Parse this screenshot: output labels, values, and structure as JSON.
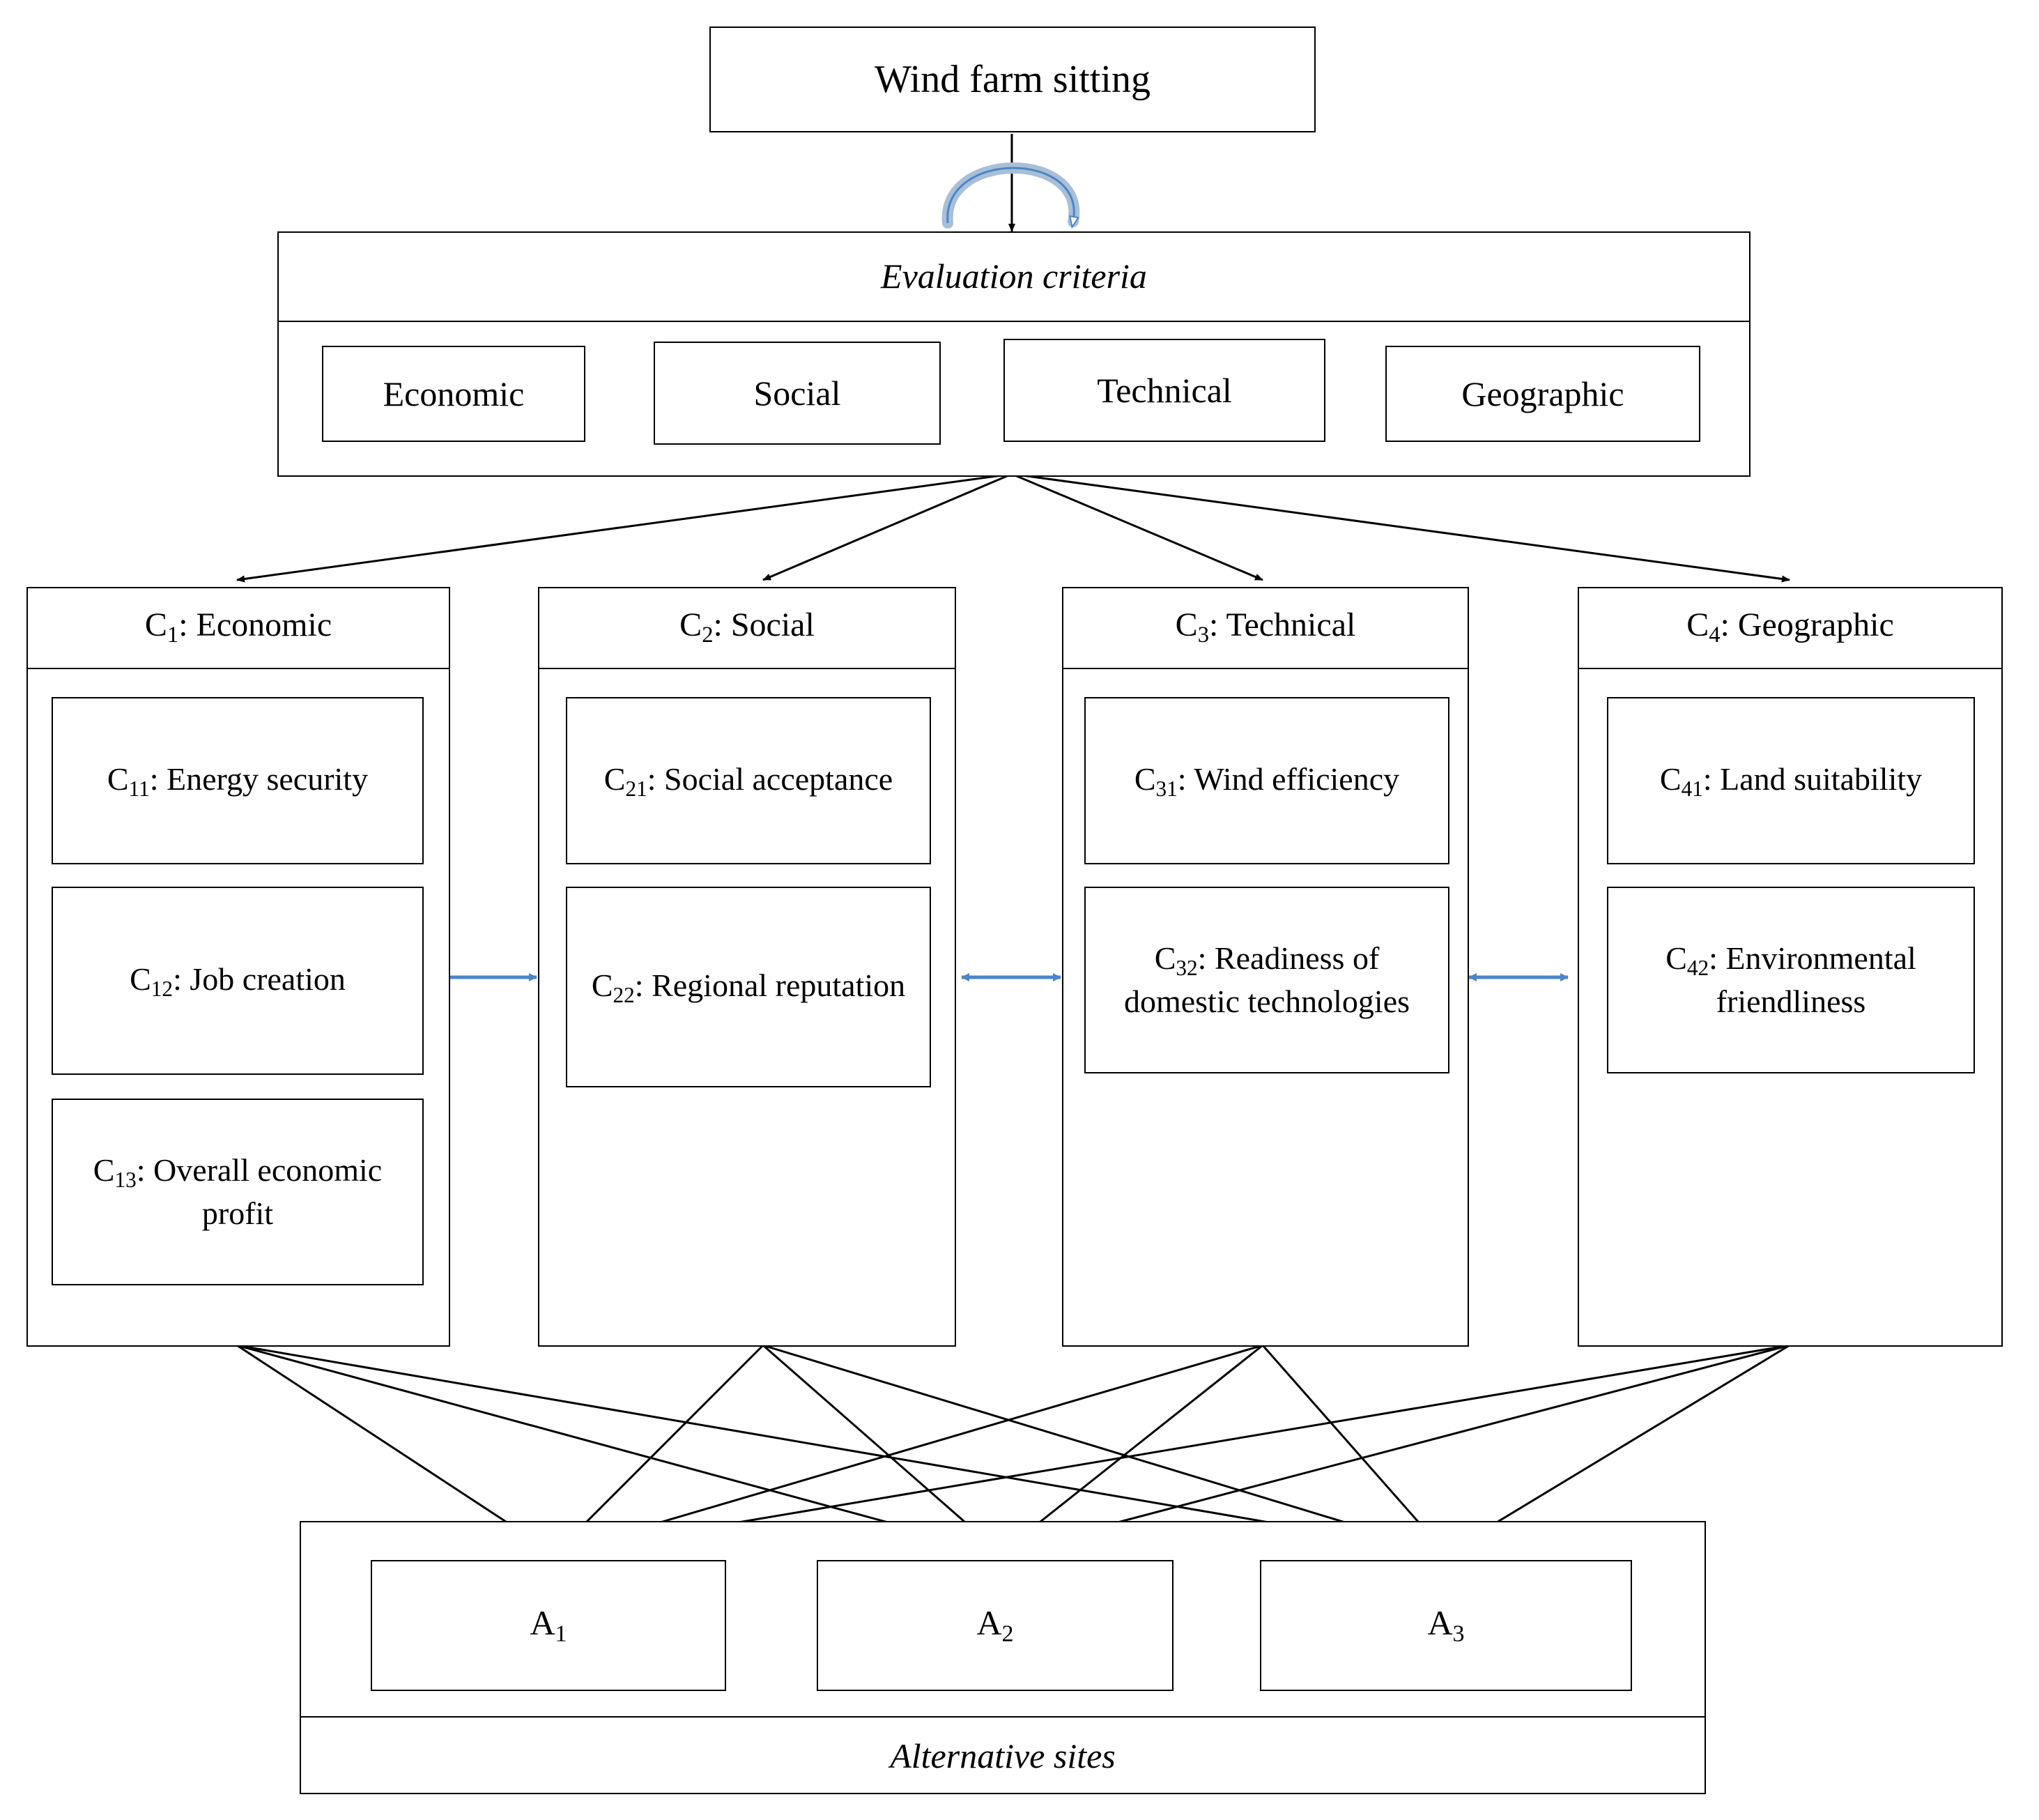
{
  "goal": {
    "label": "Wind farm sitting"
  },
  "criteria_group": {
    "header": "Evaluation criteria",
    "items": [
      {
        "label": "Economic"
      },
      {
        "label": "Social"
      },
      {
        "label": "Technical"
      },
      {
        "label": "Geographic"
      }
    ]
  },
  "clusters": [
    {
      "id": "C1",
      "header_code": "C",
      "header_sub": "1",
      "header_text": ": Economic",
      "subcriteria": [
        {
          "code": "C",
          "sub": "11",
          "text": ": Energy security"
        },
        {
          "code": "C",
          "sub": "12",
          "text": ": Job creation"
        },
        {
          "code": "C",
          "sub": "13",
          "text": ": Overall economic profit"
        }
      ]
    },
    {
      "id": "C2",
      "header_code": "C",
      "header_sub": "2",
      "header_text": ": Social",
      "subcriteria": [
        {
          "code": "C",
          "sub": "21",
          "text": ": Social acceptance"
        },
        {
          "code": "C",
          "sub": "22",
          "text": ": Regional reputation"
        }
      ]
    },
    {
      "id": "C3",
      "header_code": "C",
      "header_sub": "3",
      "header_text": ": Technical",
      "subcriteria": [
        {
          "code": "C",
          "sub": "31",
          "text": ": Wind efficiency"
        },
        {
          "code": "C",
          "sub": "32",
          "text": ": Readiness of domestic technologies"
        }
      ]
    },
    {
      "id": "C4",
      "header_code": "C",
      "header_sub": "4",
      "header_text": ": Geographic",
      "subcriteria": [
        {
          "code": "C",
          "sub": "41",
          "text": ": Land suitability"
        },
        {
          "code": "C",
          "sub": "42",
          "text": ": Environmental friendliness"
        }
      ]
    }
  ],
  "alternatives": {
    "footer": "Alternative sites",
    "items": [
      {
        "code": "A",
        "sub": "1"
      },
      {
        "code": "A",
        "sub": "2"
      },
      {
        "code": "A",
        "sub": "3"
      }
    ]
  },
  "colors": {
    "line": "#000000",
    "accent": "#4A86C8",
    "loop_fill": "#A9BFD6",
    "background": "#ffffff"
  }
}
